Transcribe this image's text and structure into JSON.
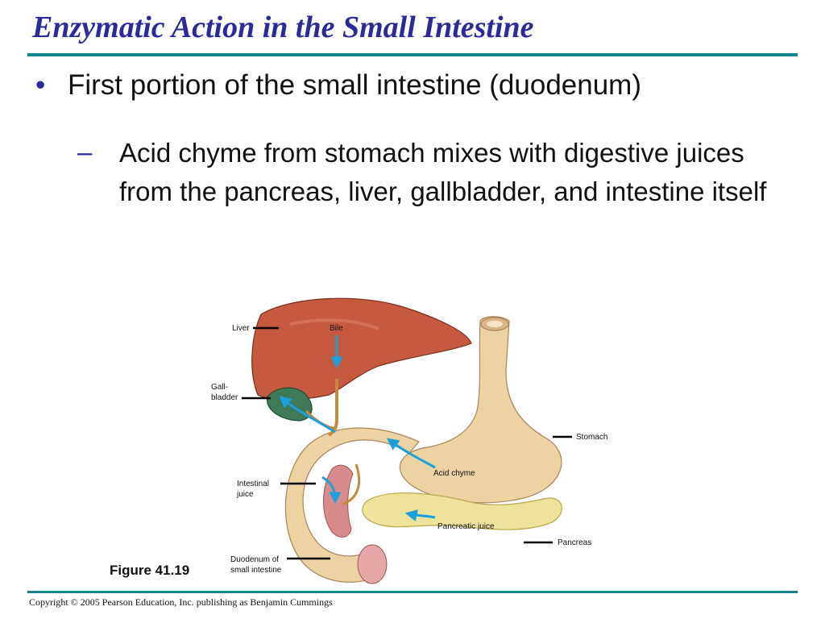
{
  "slide": {
    "title": "Enzymatic Action in the Small Intestine",
    "bullet_marker": "•",
    "bullet_text": "First portion of the small intestine (duodenum)",
    "sub_marker": "–",
    "sub_text": "Acid chyme from stomach mixes with digestive juices from the pancreas, liver, gallbladder, and intestine itself"
  },
  "figure": {
    "caption": "Figure 41.19",
    "labels": {
      "liver": "Liver",
      "bile": "Bile",
      "gallbladder_1": "Gall-",
      "gallbladder_2": "bladder",
      "stomach": "Stomach",
      "acid_chyme": "Acid chyme",
      "intestinal_juice_1": "Intestinal",
      "intestinal_juice_2": "juice",
      "pancreatic_juice": "Pancreatic juice",
      "pancreas": "Pancreas",
      "duodenum_1": "Duodenum of",
      "duodenum_2": "small intestine"
    }
  },
  "footer": {
    "copyright": "Copyright © 2005 Pearson Education, Inc. publishing as Benjamin Cummings"
  },
  "colors": {
    "title": "#2a2a9e",
    "rule": "#12868a",
    "liver": "#c65a3e",
    "stomach": "#ecd3a2",
    "gallbladder": "#3f7a58",
    "pancreas": "#ede39a",
    "arrow": "#1aa0dc"
  }
}
